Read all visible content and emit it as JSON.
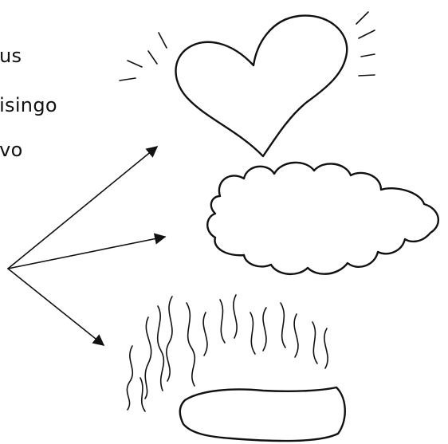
{
  "text_lines": [
    "aus",
    "eisingo",
    "evo"
  ],
  "colors": {
    "ink": "#111111",
    "background": "#ffffff"
  },
  "icons": [
    "heart-icon",
    "cloud-icon",
    "fire-icon",
    "arrow-icon"
  ]
}
